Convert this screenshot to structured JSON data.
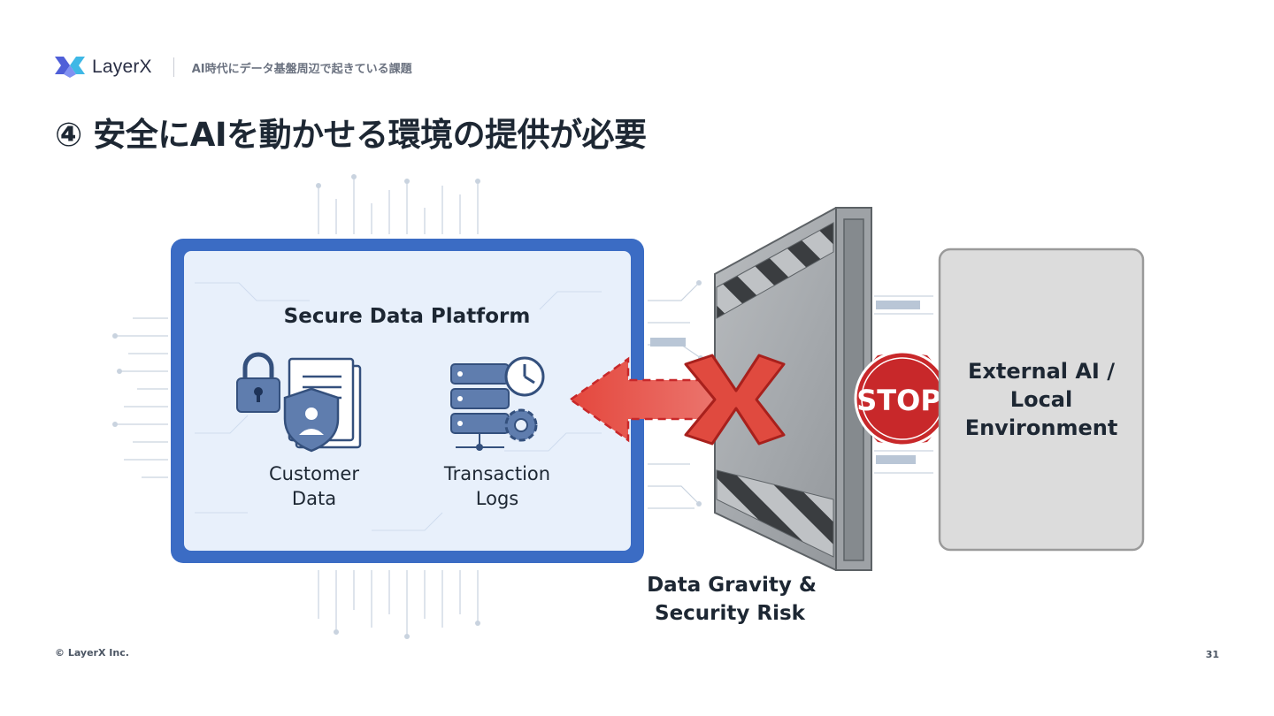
{
  "header": {
    "logo_text": "LayerX",
    "section_label": "AI時代にデータ基盤周辺で起きている課題"
  },
  "title": "④ 安全にAIを動かせる環境の提供が必要",
  "diagram": {
    "platform_title": "Secure Data Platform",
    "customer_data_line1": "Customer",
    "customer_data_line2": "Data",
    "transaction_logs_line1": "Transaction",
    "transaction_logs_line2": "Logs",
    "stop_sign": "STOP",
    "external_line1": "External AI /",
    "external_line2": "Local",
    "external_line3": "Environment",
    "risk_line1": "Data Gravity &",
    "risk_line2": "Security Risk"
  },
  "colors": {
    "platform_border": "#3b6cc4",
    "platform_fill": "#e8f0fb",
    "arrow_red": "#e4473d",
    "stop_red": "#c8282a",
    "wall_gray": "#a9adb1",
    "external_fill": "#dcdcdc",
    "icon_blue": "#4c6a9b"
  },
  "footer": {
    "copyright": "© LayerX Inc.",
    "page_number": "31"
  }
}
